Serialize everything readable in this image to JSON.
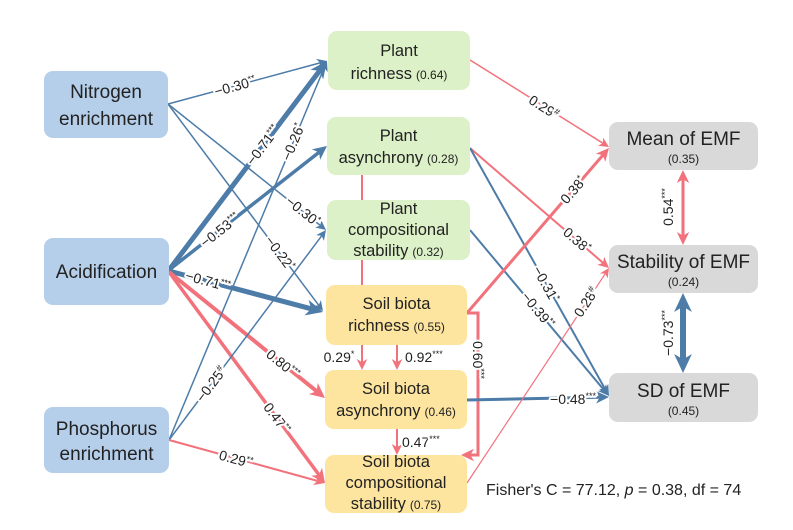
{
  "colors": {
    "positive_path": "#f2727c",
    "negative_path": "#4d7ca8",
    "driver_node": "#b5cfeb",
    "plant_node": "#dcf1c8",
    "soil_node": "#fde59f",
    "emf_node": "#d9d9d9"
  },
  "nodes": [
    {
      "id": "nitrogen",
      "group": "driver",
      "lines": [
        "Nitrogen",
        "enrichment"
      ],
      "r2": null
    },
    {
      "id": "acidification",
      "group": "driver",
      "lines": [
        "Acidification"
      ],
      "r2": null
    },
    {
      "id": "phosphorus",
      "group": "driver",
      "lines": [
        "Phosphorus",
        "enrichment"
      ],
      "r2": null
    },
    {
      "id": "plant_richness",
      "group": "plant",
      "lines": [
        "Plant",
        "richness"
      ],
      "r2": "(0.64)"
    },
    {
      "id": "plant_asynchrony",
      "group": "plant",
      "lines": [
        "Plant",
        "asynchrony"
      ],
      "r2": "(0.28)"
    },
    {
      "id": "plant_compositional_stability",
      "group": "plant",
      "lines": [
        "Plant",
        "compositional",
        "stability"
      ],
      "r2": "(0.32)"
    },
    {
      "id": "soil_biota_richness",
      "group": "soil",
      "lines": [
        "Soil biota",
        "richness"
      ],
      "r2": "(0.55)"
    },
    {
      "id": "soil_biota_asynchrony",
      "group": "soil",
      "lines": [
        "Soil biota",
        "asynchrony"
      ],
      "r2": "(0.46)"
    },
    {
      "id": "soil_biota_compositional_stability",
      "group": "soil",
      "lines": [
        "Soil biota",
        "compositional",
        "stability"
      ],
      "r2": "(0.75)"
    },
    {
      "id": "mean_of_emf",
      "group": "emf",
      "lines": [
        "Mean of EMF"
      ],
      "r2": "(0.35)"
    },
    {
      "id": "stability_of_emf",
      "group": "emf",
      "lines": [
        "Stability of EMF"
      ],
      "r2": "(0.24)"
    },
    {
      "id": "sd_of_emf",
      "group": "emf",
      "lines": [
        "SD of EMF"
      ],
      "r2": "(0.45)"
    }
  ],
  "edges": [
    {
      "from": "nitrogen",
      "to": "plant_richness",
      "coef": "−0.30",
      "sig": "**",
      "sign": "negative",
      "kind": "directed"
    },
    {
      "from": "nitrogen",
      "to": "plant_compositional_stability",
      "coef": "−0.30",
      "sig": "*",
      "sign": "negative",
      "kind": "directed"
    },
    {
      "from": "nitrogen",
      "to": "soil_biota_richness",
      "coef": "−0.22",
      "sig": "*",
      "sign": "negative",
      "kind": "directed"
    },
    {
      "from": "acidification",
      "to": "plant_richness",
      "coef": "−0.71",
      "sig": "***",
      "sign": "negative",
      "kind": "directed"
    },
    {
      "from": "acidification",
      "to": "plant_asynchrony",
      "coef": "−0.53",
      "sig": "***",
      "sign": "negative",
      "kind": "directed"
    },
    {
      "from": "acidification",
      "to": "soil_biota_richness",
      "coef": "−0.71",
      "sig": "***",
      "sign": "negative",
      "kind": "directed"
    },
    {
      "from": "acidification",
      "to": "soil_biota_asynchrony",
      "coef": "0.80",
      "sig": "***",
      "sign": "positive",
      "kind": "directed"
    },
    {
      "from": "acidification",
      "to": "soil_biota_compositional_stability",
      "coef": "0.47",
      "sig": "**",
      "sign": "positive",
      "kind": "directed"
    },
    {
      "from": "phosphorus",
      "to": "plant_richness",
      "coef": "−0.26",
      "sig": "*",
      "sign": "negative",
      "kind": "directed"
    },
    {
      "from": "phosphorus",
      "to": "plant_compositional_stability",
      "coef": "−0.25",
      "sig": "#",
      "sign": "negative",
      "kind": "directed"
    },
    {
      "from": "phosphorus",
      "to": "soil_biota_compositional_stability",
      "coef": "0.29",
      "sig": "**",
      "sign": "positive",
      "kind": "directed"
    },
    {
      "from": "plant_richness",
      "to": "mean_of_emf",
      "coef": "0.29",
      "sig": "#",
      "sign": "positive",
      "kind": "directed"
    },
    {
      "from": "plant_asynchrony",
      "to": "stability_of_emf",
      "coef": "0.38",
      "sig": "*",
      "sign": "positive",
      "kind": "directed"
    },
    {
      "from": "plant_asynchrony",
      "to": "sd_of_emf",
      "coef": "−0.31",
      "sig": "*",
      "sign": "negative",
      "kind": "directed"
    },
    {
      "from": "plant_compositional_stability",
      "to": "sd_of_emf",
      "coef": "−0.39",
      "sig": "**",
      "sign": "negative",
      "kind": "directed"
    },
    {
      "from": "soil_biota_richness",
      "to": "mean_of_emf",
      "coef": "0.38",
      "sig": "*",
      "sign": "positive",
      "kind": "directed"
    },
    {
      "from": "plant_asynchrony",
      "to": "soil_biota_asynchrony",
      "coef": "0.29",
      "sig": "*",
      "sign": "positive",
      "kind": "directed"
    },
    {
      "from": "soil_biota_richness",
      "to": "soil_biota_asynchrony",
      "coef": "0.92",
      "sig": "***",
      "sign": "positive",
      "kind": "directed"
    },
    {
      "from": "soil_biota_asynchrony",
      "to": "soil_biota_compositional_stability",
      "coef": "0.47",
      "sig": "***",
      "sign": "positive",
      "kind": "directed"
    },
    {
      "from": "soil_biota_richness",
      "to": "soil_biota_compositional_stability",
      "coef": "0.60",
      "sig": "***",
      "sign": "positive",
      "kind": "directed"
    },
    {
      "from": "soil_biota_asynchrony",
      "to": "sd_of_emf",
      "coef": "−0.48",
      "sig": "***",
      "sign": "negative",
      "kind": "directed"
    },
    {
      "from": "soil_biota_compositional_stability",
      "to": "stability_of_emf",
      "coef": "0.28",
      "sig": "#",
      "sign": "positive",
      "kind": "directed"
    },
    {
      "from": "mean_of_emf",
      "to": "stability_of_emf",
      "coef": "0.54",
      "sig": "***",
      "sign": "positive",
      "kind": "correlation"
    },
    {
      "from": "stability_of_emf",
      "to": "sd_of_emf",
      "coef": "−0.73",
      "sig": "***",
      "sign": "negative",
      "kind": "correlation"
    }
  ],
  "fit_stats": {
    "prefix": "Fisher's C = 77.12, ",
    "p_symbol": "p",
    "suffix": " = 0.38, df = 74"
  }
}
